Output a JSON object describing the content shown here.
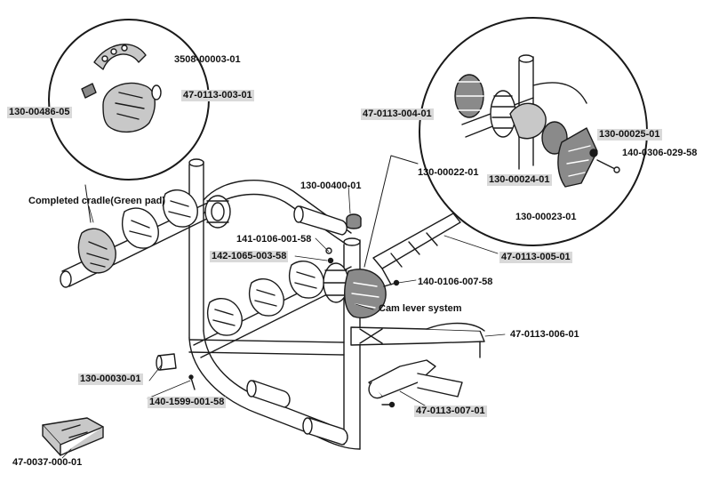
{
  "labels": {
    "p3508": "3508-00003-01",
    "p47_003": "47-0113-003-01",
    "p130_486": "130-00486-05",
    "p47_004": "47-0113-004-01",
    "p130_25": "130-00025-01",
    "p140_0306": "140-0306-029-58",
    "p130_22": "130-00022-01",
    "p130_24": "130-00024-01",
    "p130_23": "130-00023-01",
    "completed": "Completed cradle(Green pad)",
    "p130_400": "130-00400-01",
    "p141": "141-0106-001-58",
    "p142": "142-1065-003-58",
    "p47_005": "47-0113-005-01",
    "p140_007": "140-0106-007-58",
    "cam": "Cam lever system",
    "p47_006": "47-0113-006-01",
    "p130_30": "130-00030-01",
    "p140_1599": "140-1599-001-58",
    "p47_007": "47-0113-007-01",
    "p47_0037": "47-0037-000-01"
  },
  "colors": {
    "line": "#1a1a1a",
    "part": "#8a8a8a",
    "part_light": "#c8c8c8",
    "tag": "#d9d9d9"
  }
}
